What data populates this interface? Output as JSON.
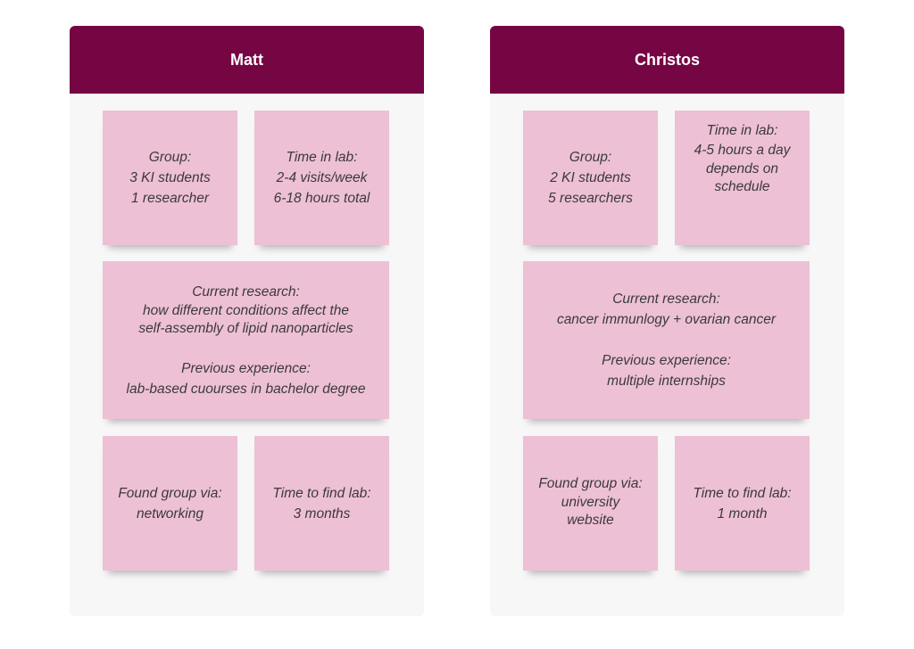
{
  "personas": [
    {
      "name": "Matt",
      "group": {
        "label": "Group:",
        "lines": [
          "3 KI students",
          "1 researcher"
        ]
      },
      "time_in_lab": {
        "label": "Time in lab:",
        "lines": [
          "2-4 visits/week",
          "6-18 hours total"
        ]
      },
      "research": {
        "current_label": "Current research:",
        "current_lines": [
          "how different conditions affect the",
          "self-assembly of lipid nanoparticles"
        ],
        "previous_label": "Previous experience:",
        "previous_lines": [
          "lab-based cuourses in bachelor degree"
        ]
      },
      "found_via": {
        "label": "Found group via:",
        "lines": [
          "networking"
        ]
      },
      "time_to_find": {
        "label": "Time to find lab:",
        "lines": [
          "3 months"
        ]
      }
    },
    {
      "name": "Christos",
      "group": {
        "label": "Group:",
        "lines": [
          "2 KI students",
          "5 researchers"
        ]
      },
      "time_in_lab": {
        "label": "Time in lab:",
        "lines": [
          "4-5 hours a day",
          "depends on",
          "schedule"
        ]
      },
      "research": {
        "current_label": "Current research:",
        "current_lines": [
          "cancer immunlogy + ovarian cancer"
        ],
        "previous_label": "Previous experience:",
        "previous_lines": [
          "multiple internships"
        ]
      },
      "found_via": {
        "label": "Found group via:",
        "lines": [
          "university",
          "website"
        ]
      },
      "time_to_find": {
        "label": "Time to find lab:",
        "lines": [
          "1 month"
        ]
      }
    }
  ],
  "colors": {
    "header": "#760643",
    "panel": "#f7f7f7",
    "note": "#eec0d5",
    "note_text": "#3a3a3a"
  }
}
